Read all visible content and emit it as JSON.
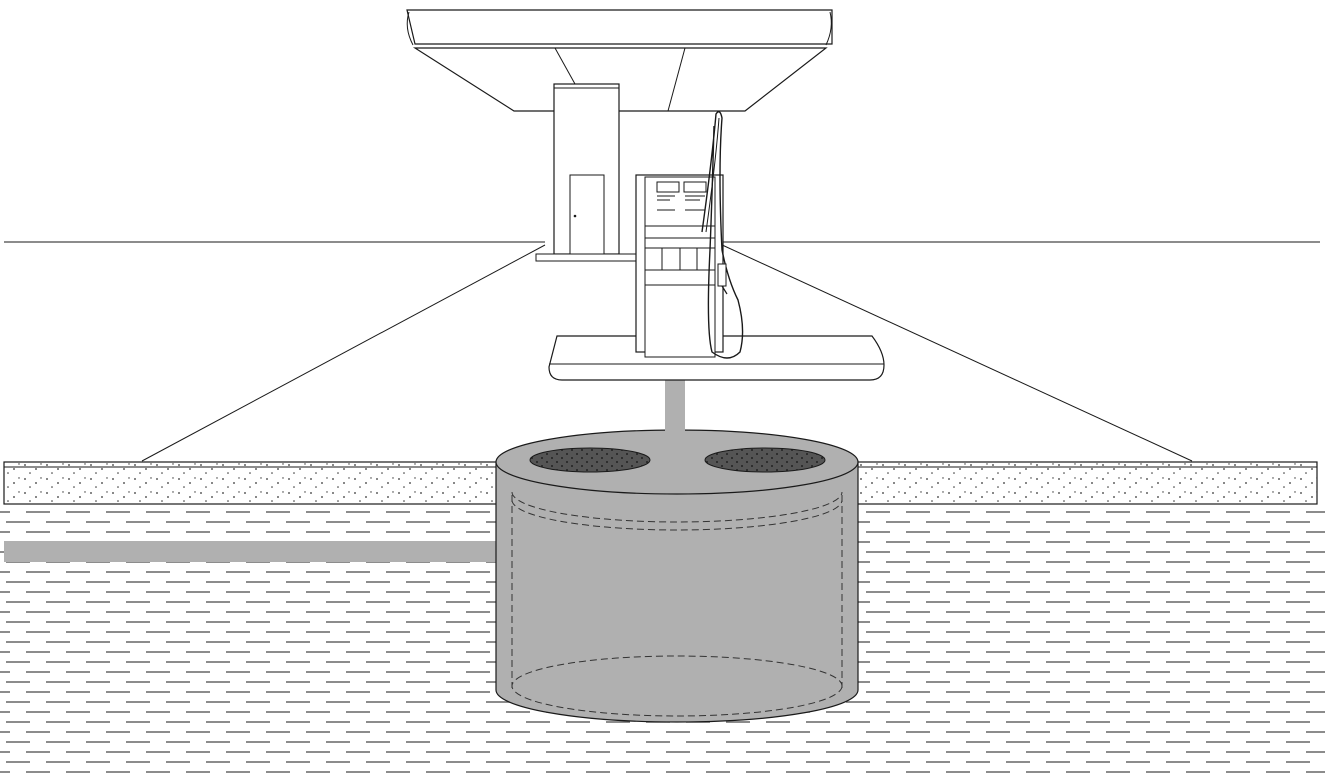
{
  "scene": {
    "colors": {
      "background": "#ffffff",
      "line": "#1a1a1a",
      "soil_dash": "#6b6b6b",
      "tank_fill": "#b0b0b0",
      "pipe_fill": "#b0b0b0",
      "manway_fill": "#555555",
      "stipple": "#333333"
    },
    "components": [
      "fuel-station-canopy",
      "kiosk-building",
      "fuel-dispenser-pump",
      "pump-island",
      "vertical-fill-pipe",
      "horizontal-pipe",
      "underground-storage-tank",
      "tank-manhole-left",
      "tank-manhole-right",
      "concrete-slab",
      "soil-layers"
    ]
  }
}
